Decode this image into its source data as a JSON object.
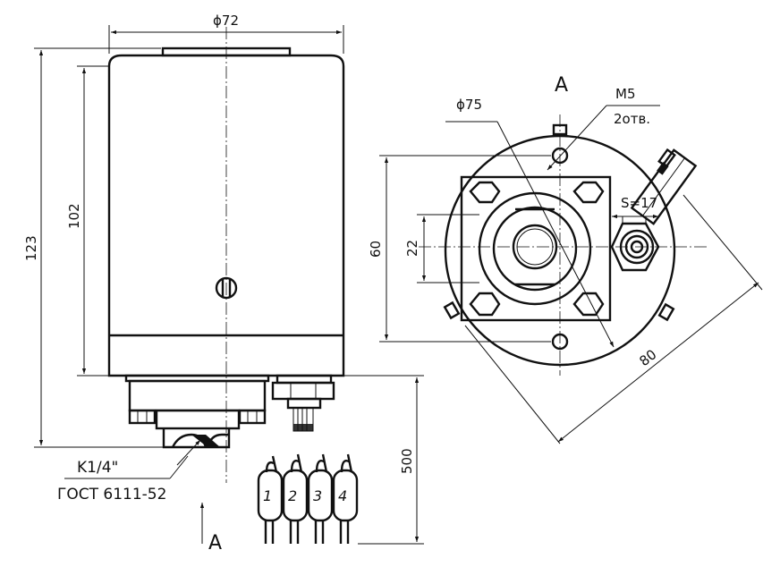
{
  "labels": {
    "dia72": "ϕ72",
    "h123": "123",
    "h102": "102",
    "thread": "K1/4\"",
    "standard": "ГОСТ 6111-52",
    "view_arrow": "A",
    "view_title": "A",
    "dia75": "ϕ75",
    "m5": "M5",
    "holes": "2отв.",
    "s17": "S=17",
    "d60": "60",
    "d22": "22",
    "d80": "80",
    "cable": "500",
    "w1": "1",
    "w2": "2",
    "w3": "3",
    "w4": "4"
  }
}
